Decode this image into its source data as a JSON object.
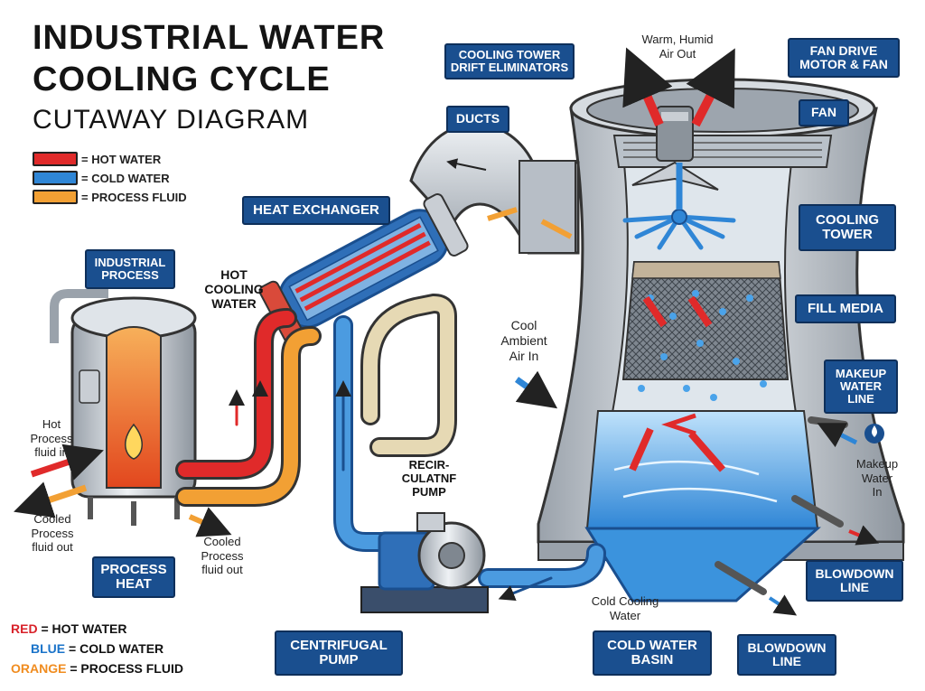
{
  "title": {
    "line1": "INDUSTRIAL WATER",
    "line2": "COOLING CYCLE",
    "line3": "CUTAWAY DIAGRAM"
  },
  "legend": [
    {
      "label": "= HOT WATER",
      "color": "#e02a2a"
    },
    {
      "label": "= COLD WATER",
      "color": "#2f86d6"
    },
    {
      "label": "= PROCESS FLUID",
      "color": "#f2a034"
    }
  ],
  "labels": {
    "drift_eliminators": "COOLING TOWER DRIFT ELIMINATORS",
    "warm_air": "Warm, Humid\nAir Out",
    "fan_drive": "FAN DRIVE\nMOTOR & FAN",
    "fan": "FAN",
    "ducts": "DUCTS",
    "cooling_tower": "COOLING\nTOWER",
    "fill_media": "FILL MEDIA",
    "heat_exchanger": "HEAT EXCHANGER",
    "industrial_process": "INDUSTRIAL\nPROCESS",
    "hot_cooling_water": "HOT\nCOOLING\nWATER",
    "cool_ambient_air": "Cool\nAmbient\nAir In",
    "makeup_water_line": "MAKEUP\nWATER\nLINE",
    "makeup_water_in": "Makeup\nWater\nIn",
    "hot_process_in": "Hot\nProcess\nfluid in",
    "cooled_process_out_left": "Cooled\nProcess\nfluid out",
    "cooled_process_out_mid": "Cooled\nProcess\nfluid out",
    "recirculate_pump": "RECIR-\nCULATNF\nPUMP",
    "process_heat": "PROCESS\nHEAT",
    "blowdown_line_right": "BLOWDOWN\nLINE",
    "cold_cooling_water": "Cold Cooling\nWater",
    "centrifugal_pump": "CENTRIFUGAL\nPUMP",
    "cold_water_basin": "COLD WATER\nBASIN",
    "blowdown_line_bottom": "BLOWDOWN\nLINE"
  },
  "bottom_legend": [
    {
      "key": "RED",
      "rest": " = HOT WATER",
      "cls": "cr"
    },
    {
      "key": "BLUE",
      "rest": " = COLD WATER",
      "cls": "cb"
    },
    {
      "key": "ORANGE",
      "rest": " = PROCESS FLUID",
      "cls": "co"
    }
  ],
  "colors": {
    "hot": "#e02a2a",
    "cold": "#2f86d6",
    "process": "#f2a034",
    "label_bg": "#1a4f8f",
    "steel": "#c9ced4",
    "water": "#5aa7e6"
  }
}
